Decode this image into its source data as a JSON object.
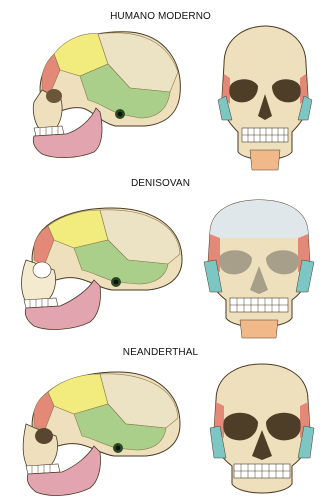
{
  "panels": [
    {
      "title": "HUMANO MODERNO"
    },
    {
      "title": "DENISOVAN"
    },
    {
      "title": "NEANDERTHAL"
    }
  ],
  "colors": {
    "bone": "#eee0bd",
    "bone_shade": "#cdb98c",
    "frontal": "#f1ec7d",
    "parietal": "#ece2c4",
    "temporal": "#a9cf8a",
    "occipital_red": "#e48978",
    "mandible_pink": "#e2a5b0",
    "zygomatic_blue": "#7cc6c4",
    "chin_orange": "#f1b98a",
    "outline": "#4a3a26"
  },
  "icons": {
    "side_skull": "lateral-skull-icon",
    "front_skull": "frontal-skull-icon"
  }
}
